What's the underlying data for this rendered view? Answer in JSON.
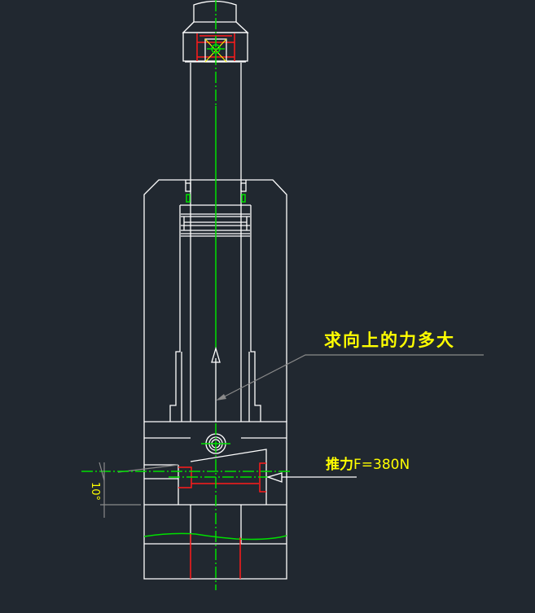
{
  "annotations": {
    "question": "求向上的力多大",
    "force_label_bold": "推力",
    "force_label_value": "F=380N",
    "angle_dimension": "10°"
  },
  "colors": {
    "background": "#212830",
    "outline": "#ffffff",
    "hidden": "#ff1a1a",
    "centerline": "#00e000",
    "text": "#ffff00",
    "leader": "#8a8a8a"
  }
}
